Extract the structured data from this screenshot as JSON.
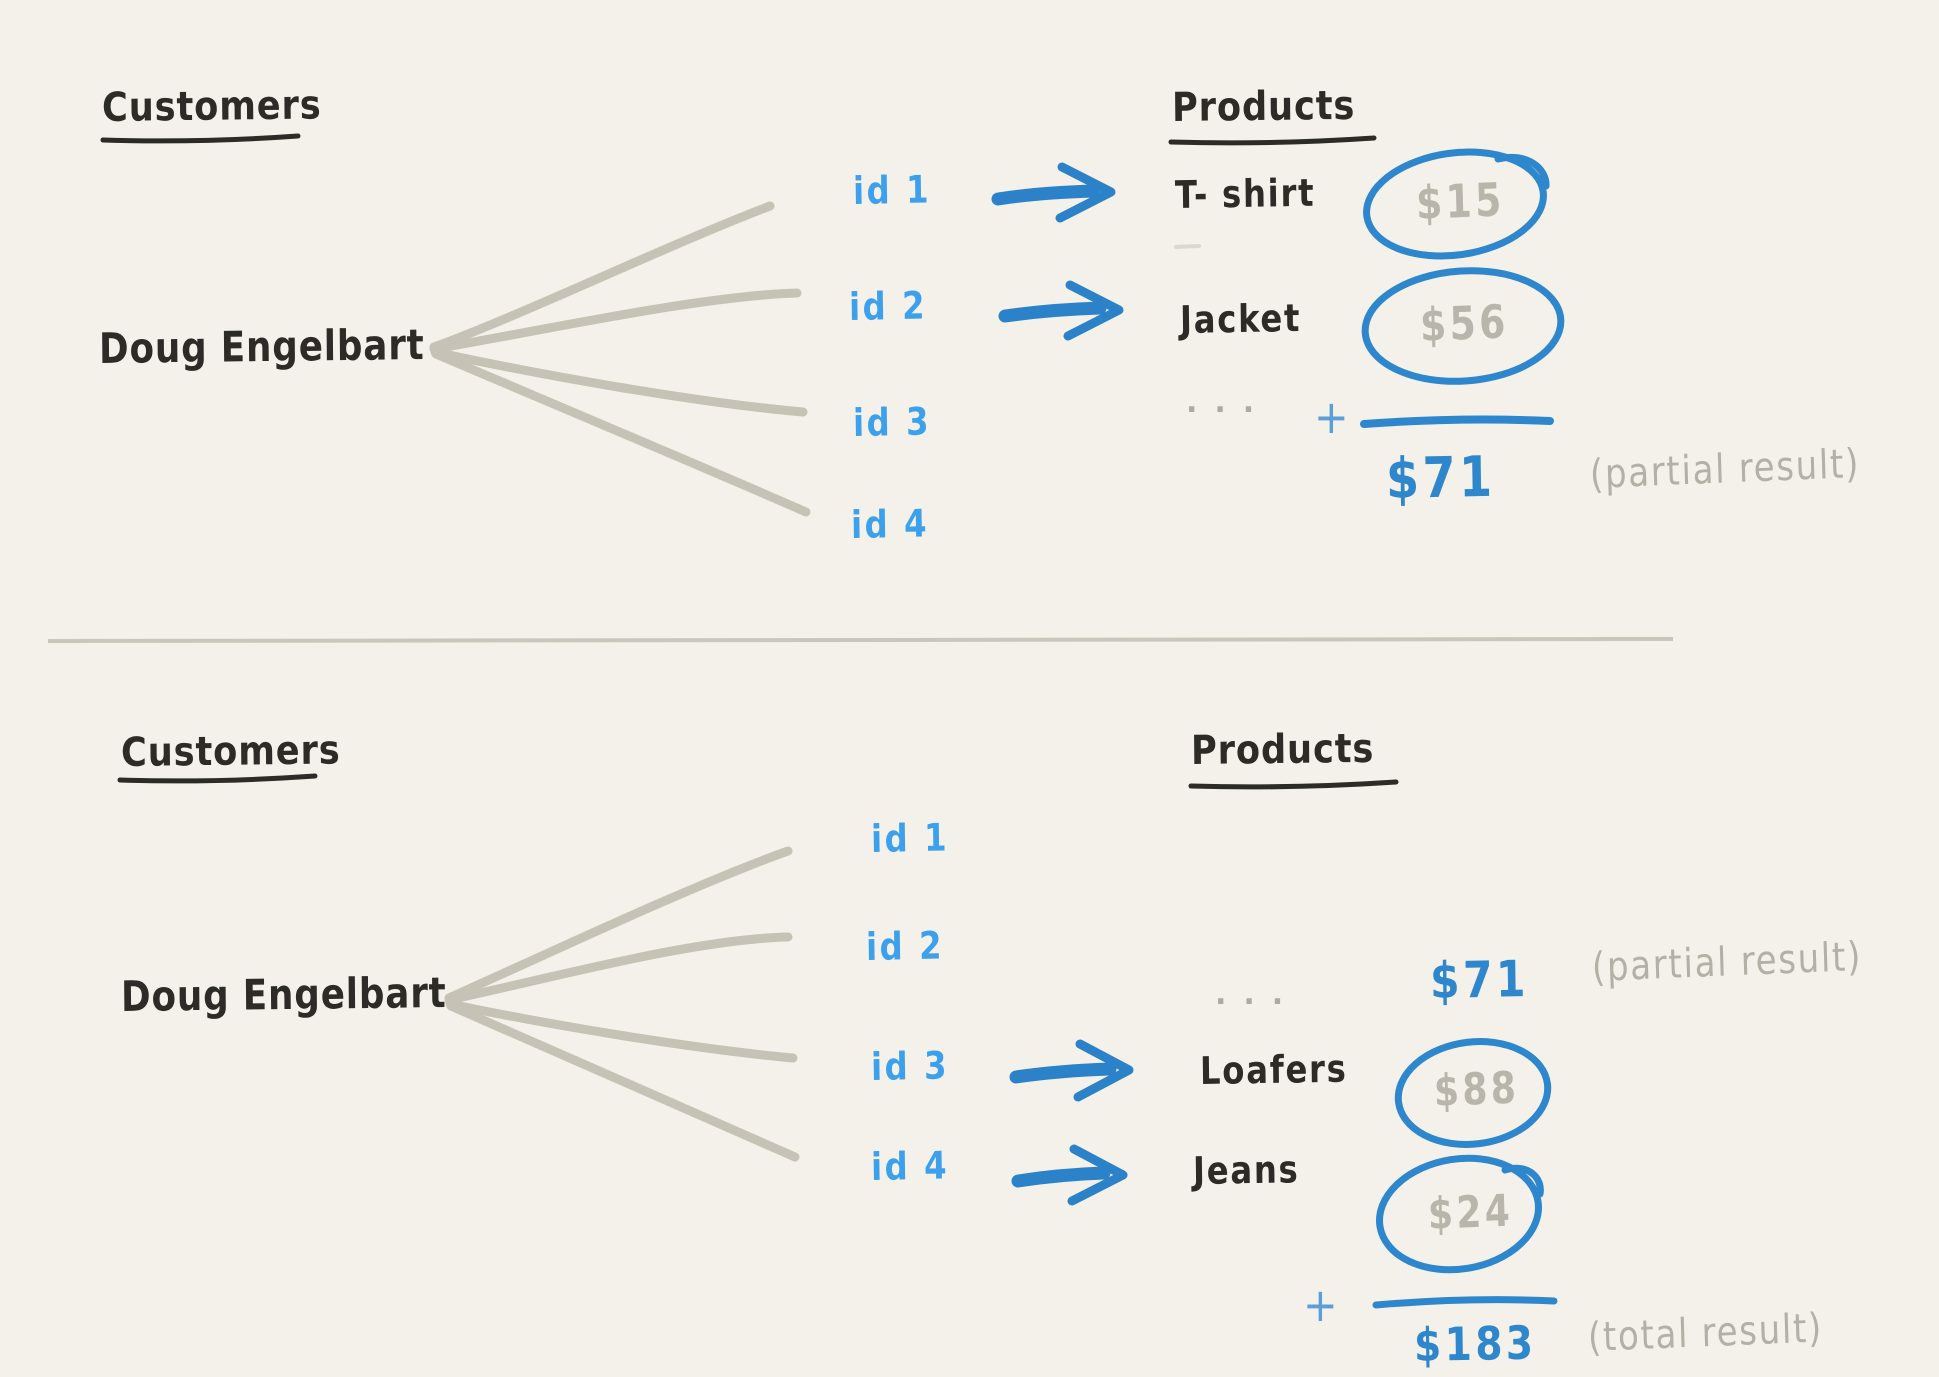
{
  "colors": {
    "background": "#f3f1ea",
    "ink": "#2d2b27",
    "id_blue": "#3da0ec",
    "marker_blue": "#2e86cd",
    "plus_blue": "#5b9ed8",
    "note_gray": "#b3b0a6",
    "price_gray": "#b9b5aa",
    "line_gray": "#c6c2b6"
  },
  "top_panel": {
    "customers_heading": "Customers",
    "customer_name": "Doug Engelbart",
    "products_heading": "Products",
    "ids": [
      "id 1",
      "id 2",
      "id 3",
      "id 4"
    ],
    "rows": [
      {
        "product": "T- shirt",
        "price": "$15"
      },
      {
        "product": "Jacket",
        "price": "$56"
      }
    ],
    "ellipsis": "...",
    "plus": "+",
    "sum_value": "$71",
    "sum_note": "(partial result)"
  },
  "bottom_panel": {
    "customers_heading": "Customers",
    "customer_name": "Doug Engelbart",
    "products_heading": "Products",
    "ids": [
      "id 1",
      "id 2",
      "id 3",
      "id 4"
    ],
    "ellipsis": "...",
    "carry_value": "$71",
    "carry_note": "(partial result)",
    "rows": [
      {
        "product": "Loafers",
        "price": "$88"
      },
      {
        "product": "Jeans",
        "price": "$24"
      }
    ],
    "plus": "+",
    "sum_value": "$183",
    "sum_note": "(total result)"
  }
}
